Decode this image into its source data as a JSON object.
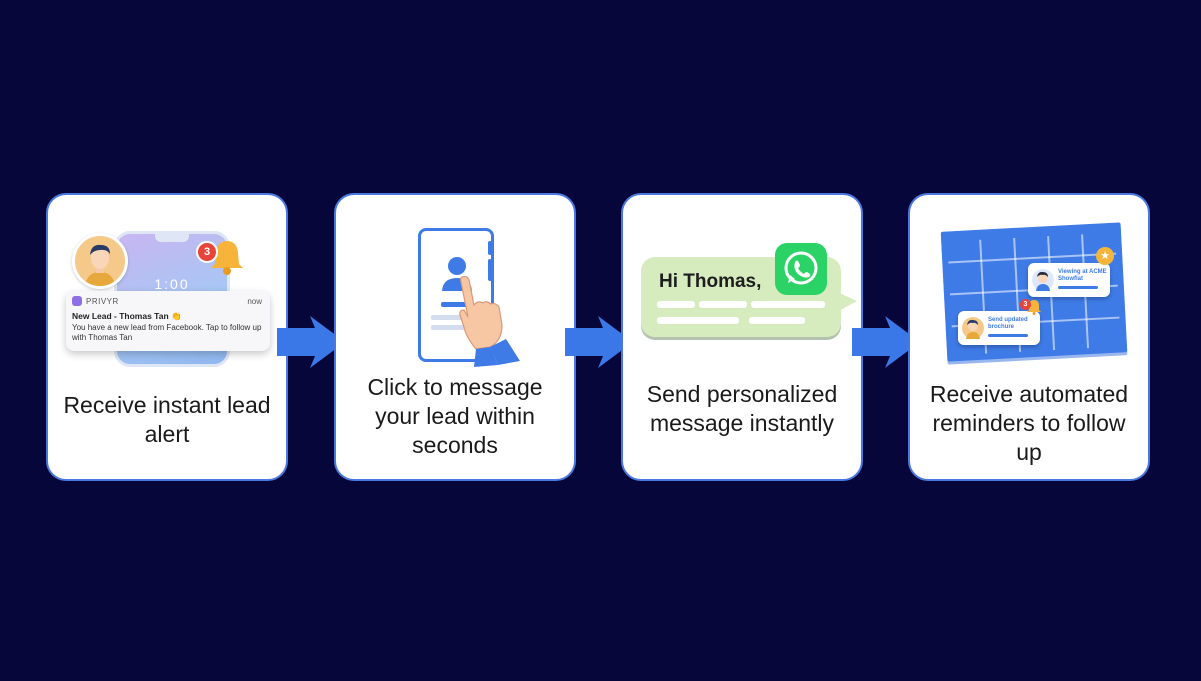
{
  "colors": {
    "background": "#07063a",
    "card_border": "#4a78e0",
    "arrow": "#3a78e8",
    "accent_blue": "#3e7be6",
    "whatsapp_green": "#2bd366",
    "bubble_green": "#d6ecbe",
    "badge_red": "#e8443a"
  },
  "steps": [
    {
      "title": "Receive instant lead alert",
      "illustration": {
        "type": "phone-notification",
        "badge_count": "3",
        "notification": {
          "app_name": "PRIVYR",
          "time": "now",
          "title": "New Lead - Thomas Tan 👏",
          "body": "You have a new lead from Facebook. Tap to follow up with Thomas Tan"
        },
        "lock_clock": "1:00"
      }
    },
    {
      "title": "Click to message your lead within seconds",
      "illustration": {
        "type": "phone-tap",
        "icon": "hand-pointer-icon"
      }
    },
    {
      "title": "Send personalized message instantly",
      "illustration": {
        "type": "chat-bubble",
        "greeting": "Hi Thomas,",
        "icon": "whatsapp-icon"
      }
    },
    {
      "title": "Receive automated reminders to follow up",
      "illustration": {
        "type": "calendar-reminders",
        "reminder_1": "Viewing at ACME Showflat",
        "reminder_2": "Send updated brochure",
        "badge_count": "3"
      }
    }
  ],
  "arrows": [
    "arrow-right-icon",
    "arrow-right-icon",
    "arrow-right-icon"
  ]
}
